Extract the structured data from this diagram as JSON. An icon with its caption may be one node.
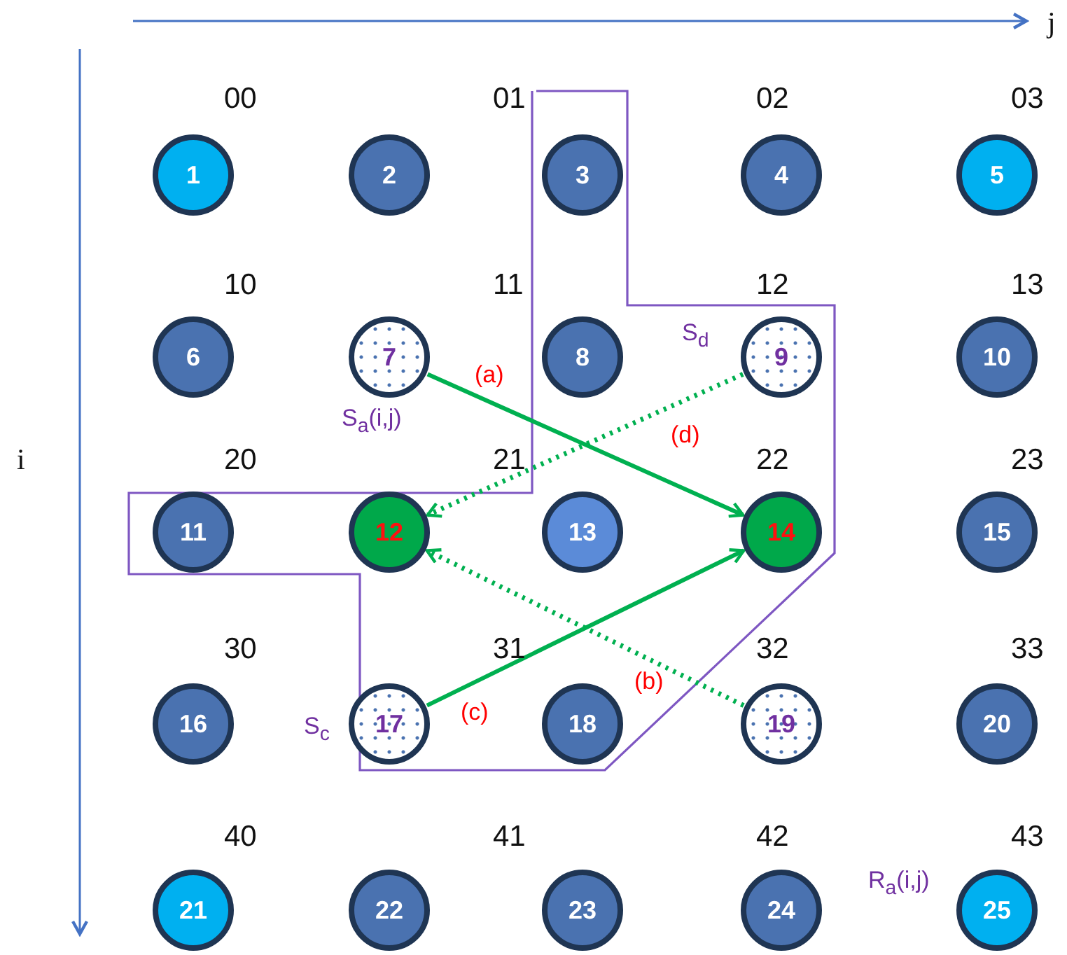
{
  "diagram": {
    "nodes": [
      {
        "text": [
          "1"
        ]
      },
      {
        "text": [
          "2"
        ]
      },
      {
        "text": [
          "3"
        ]
      },
      {
        "text": [
          "4"
        ]
      },
      {
        "text": [
          "5"
        ]
      },
      {
        "text": [
          "6"
        ]
      },
      {
        "text": [
          "7"
        ]
      },
      {
        "text": [
          "8"
        ]
      },
      {
        "text": [
          "9"
        ]
      },
      {
        "text": [
          "10"
        ]
      },
      {
        "text": [
          "11"
        ]
      },
      {
        "text": [
          "12"
        ]
      },
      {
        "text": [
          "13"
        ]
      },
      {
        "text": [
          "14"
        ]
      },
      {
        "text": [
          "15"
        ]
      },
      {
        "text": [
          "16"
        ]
      },
      {
        "text": [
          "17"
        ]
      },
      {
        "text": [
          "18"
        ]
      },
      {
        "text": [
          "19"
        ]
      },
      {
        "text": [
          "20"
        ]
      },
      {
        "text": [
          "21"
        ]
      },
      {
        "text": [
          "22"
        ]
      },
      {
        "text": [
          "23"
        ]
      },
      {
        "text": [
          "24"
        ]
      },
      {
        "text": [
          "25"
        ]
      }
    ],
    "edges": [
      {
        "from": 6,
        "to": 13,
        "arrow": "to",
        "label": "(a)"
      },
      {
        "from": 18,
        "to": 11,
        "arrow": "to",
        "label": "(b)",
        "style": "dashed"
      },
      {
        "from": 16,
        "to": 13,
        "arrow": "to",
        "label": "(c)"
      },
      {
        "from": 8,
        "to": 11,
        "arrow": "to",
        "label": "(d)",
        "style": "dashed"
      }
    ],
    "labels": [
      "j",
      "00",
      "01",
      "02",
      "03",
      "10",
      "11",
      "12",
      "13",
      "S$_{d}$",
      "S$_{a}$(i,j)",
      "i",
      "20",
      "21",
      "22",
      "23",
      "30",
      "31",
      "32",
      "33",
      "S$_{c}$",
      "40",
      "41",
      "42",
      "43",
      "R$_{a}$(i,j)"
    ]
  }
}
